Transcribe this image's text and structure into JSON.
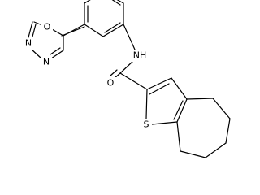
{
  "molecule": {
    "atoms": {
      "o_oxadiazole": "O",
      "n_oxadiazole_3": "N",
      "n_oxadiazole_4": "N",
      "nh": "NH",
      "o_carbonyl": "O",
      "s_thiophene": "S"
    }
  }
}
